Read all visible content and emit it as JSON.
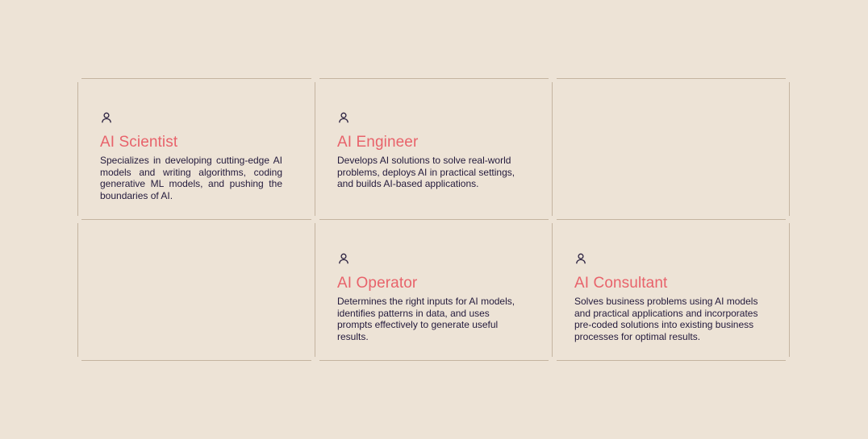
{
  "colors": {
    "background": "#ede3d6",
    "grid_line": "#c4b4a0",
    "title": "#e8636b",
    "body_text": "#231a3c",
    "icon": "#2b2140"
  },
  "cards": [
    {
      "icon": "user-icon",
      "title": "AI Scientist",
      "description": "Specializes in developing cutting-edge AI models and writing algorithms, coding generative ML models, and pushing the boundaries of AI."
    },
    {
      "icon": "user-icon",
      "title": "AI Engineer",
      "description": "Develops AI solutions to solve real-world problems, deploys AI in practical settings, and builds AI-based applications."
    },
    {
      "icon": "user-icon",
      "title": "AI Operator",
      "description": "Determines the right inputs for AI models, identifies patterns in data, and uses prompts effectively to generate useful results."
    },
    {
      "icon": "user-icon",
      "title": "AI Consultant",
      "description": "Solves business problems using AI models and practical applications and incorporates pre-coded solutions into existing business processes for optimal results."
    }
  ]
}
